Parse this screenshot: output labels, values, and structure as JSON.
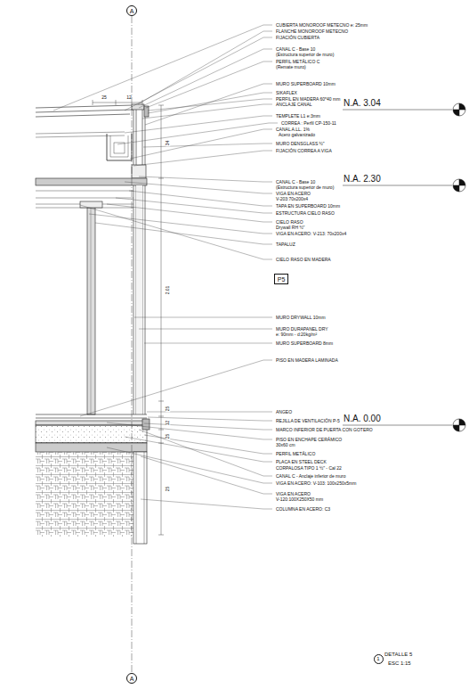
{
  "diagram": {
    "nodes": [
      {
        "text": [
          "A"
        ]
      },
      {
        "text": [
          "P5"
        ]
      },
      {
        "text": [
          "A"
        ]
      },
      {
        "text": [
          "1"
        ]
      }
    ],
    "edges": [
      {
        "from": 0,
        "to": 2,
        "arrow": "none"
      }
    ],
    "labels": [
      "CUBIERTA MONOROOF METECNO e: 25mm",
      "FLANCHE MONOROOF METECNO",
      "FIJACIÓN CUBIERTA",
      "CANAL C - Base 10",
      "(Estructura  superior de muro)",
      "PERFIL METÁLICO C",
      "(Remate muro)",
      "MURO SUPERBOARD 10mm",
      "SIKAFLEX",
      "PERFIL EN MADERA 60*40 mm",
      "ANCLAJE CANAL",
      "N.A. 3.04",
      "TEMPLETE L1 e:3mm",
      "CORREA : Perfil CP-150-11",
      "CANAL A.LL. 1%",
      "Acero galvanizado",
      "MURO DENSGLASS ½\"",
      "FIJACIÓN CORREA A VIGA",
      "N.A. 2.30",
      "CANAL C - Base 10",
      "(Estructura superior de muro)",
      "VIGA EN ACERO",
      "V-203:70x200x4",
      "TAPA EN SUPERBOARD 10mm",
      "ESTRUCTURA CIELO RASO",
      "CIELO RASO",
      "Drywall RH ½\"",
      "VIGA EN ACERO: V-213: 70x200x4",
      "TAPALUZ",
      "CIELO RASO EN MADERA",
      "MURO DRYWALL 10mm",
      "MURO DURAPANEL DRY",
      "e: 90mm - d:20kg/m²",
      "MURO SUPERBOARD 8mm",
      "PISO EN MADERA LAMINADA",
      "ANGEO",
      "REJILLA DE VENTILACIÓN P-5",
      "N.A. 0.00",
      "MARCO INFERIOR DE PUERTA CON GOTERO",
      "PISO EN ENCHAPE CERÁMICO",
      "30x60 cm",
      "PERFIL METÁLICO",
      "PLACA EN STEEL DECK",
      "CORPALOSA TIPO 1 ½\" - Cal 22",
      "CANAL C - Anclaje inferior de muro",
      "VIGA EN ACERO: V-103: 100x250x5mm",
      "VIGA EN ACERO",
      "V-120:100X250X50 mm",
      "COLUMNA EN ACERO: C3",
      "25",
      "12",
      "34",
      "2.01",
      "25",
      "12",
      "25",
      "25",
      "DETALLE 5",
      "ESC 1:15"
    ]
  }
}
